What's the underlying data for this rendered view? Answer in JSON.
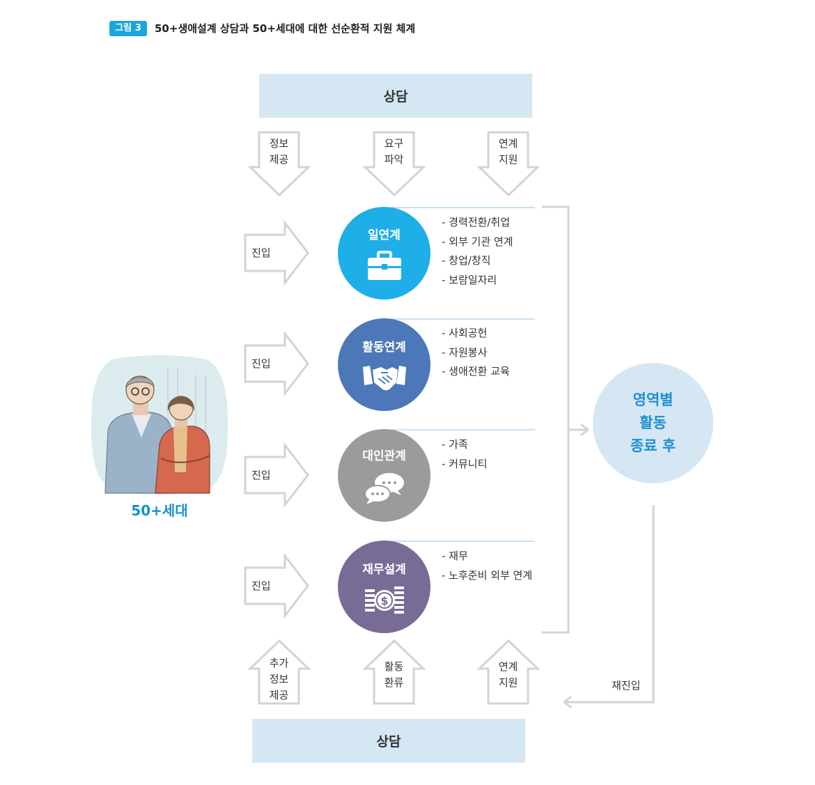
{
  "figure": {
    "badge": "그림 3",
    "title": "50+생애설계 상담과 50+세대에 대한 선순환적 지원 체계"
  },
  "top_box": {
    "label": "상담"
  },
  "bottom_box": {
    "label": "상담"
  },
  "top_arrows": [
    {
      "line1": "정보",
      "line2": "제공"
    },
    {
      "line1": "요구",
      "line2": "파악"
    },
    {
      "line1": "연계",
      "line2": "지원"
    }
  ],
  "bottom_arrows": [
    {
      "line1": "추가",
      "line2": "정보",
      "line3": "제공"
    },
    {
      "line1": "활동",
      "line2": "환류"
    },
    {
      "line1": "연계",
      "line2": "지원"
    }
  ],
  "entry_label": "진입",
  "generation": {
    "label": "50+세대"
  },
  "services": [
    {
      "title": "일연계",
      "icon": "briefcase-icon",
      "color": "#1eaee8",
      "items": [
        "- 경력전환/취업",
        "- 외부 기관 연계",
        "- 창업/창직",
        "- 보람일자리"
      ]
    },
    {
      "title": "활동연계",
      "icon": "handshake-icon",
      "color": "#4c78b9",
      "items": [
        "- 사회공헌",
        "- 자원봉사",
        "- 생애전환 교육"
      ]
    },
    {
      "title": "대인관계",
      "icon": "chat-bubbles-icon",
      "color": "#9b9b9b",
      "items": [
        "- 가족",
        "- 커뮤니티"
      ]
    },
    {
      "title": "재무설계",
      "icon": "money-coins-icon",
      "color": "#786b96",
      "items": [
        "- 재무",
        "- 노후준비 외부 연계"
      ]
    }
  ],
  "end_state": {
    "line1": "영역별",
    "line2": "활동",
    "line3": "종료 후"
  },
  "reentry_label": "재진입",
  "colors": {
    "badge": "#1aa5dd",
    "box": "#d5e7f3",
    "accent_text": "#1f8fd1",
    "arrow_stroke": "#d3d3d3"
  }
}
